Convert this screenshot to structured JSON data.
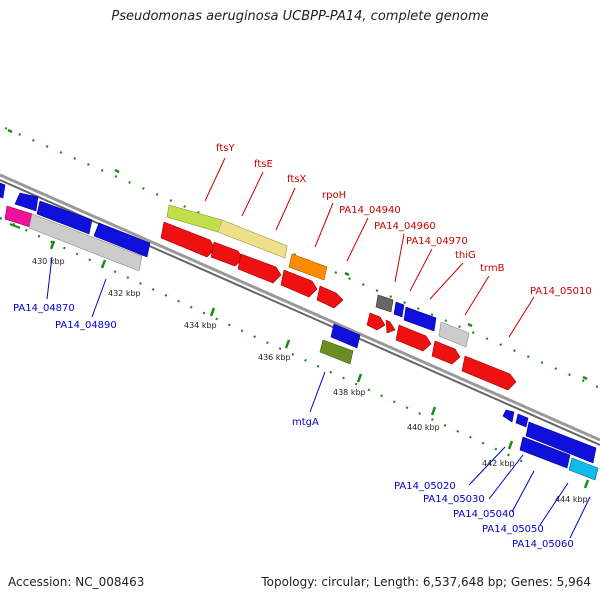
{
  "title": "Pseudomonas aeruginosa UCBPP-PA14, complete genome",
  "accession": "Accession: NC_008463",
  "topology_summary": "Topology: circular; Length: 6,537,648 bp; Genes: 5,964",
  "colors": {
    "backbone": "#888888",
    "tick": "#1a8a1a",
    "forward_label": "#cc0000",
    "reverse_label": "#0000cc"
  },
  "tick_labels": [
    "430 kbp",
    "432 kbp",
    "434 kbp",
    "436 kbp",
    "438 kbp",
    "440 kbp",
    "442 kbp",
    "444 kbp"
  ],
  "forward_gene_labels": [
    "ftsY",
    "ftsE",
    "ftsX",
    "rpoH",
    "PA14_04940",
    "PA14_04960",
    "PA14_04970",
    "thiG",
    "trmB",
    "PA14_05010"
  ],
  "reverse_gene_labels": [
    "PA14_04870",
    "PA14_04890",
    "mtgA",
    "PA14_05020",
    "PA14_05030",
    "PA14_05040",
    "PA14_05050",
    "PA14_05060"
  ]
}
